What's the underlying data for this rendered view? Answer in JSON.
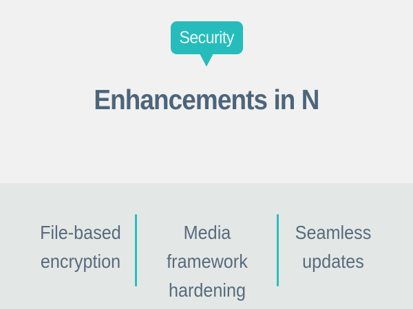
{
  "header": {
    "badge_label": "Security",
    "title": "Enhancements in N"
  },
  "features": [
    {
      "line1": "File-based",
      "line2": "encryption"
    },
    {
      "line1": "Media framework",
      "line2": "hardening"
    },
    {
      "line1": "Seamless",
      "line2": "updates"
    }
  ],
  "colors": {
    "accent": "#26bcbb",
    "title_text": "#4d657a",
    "body_text": "#586b7c",
    "top_background": "#f1f1f1",
    "bottom_background": "#e3e7e6"
  }
}
